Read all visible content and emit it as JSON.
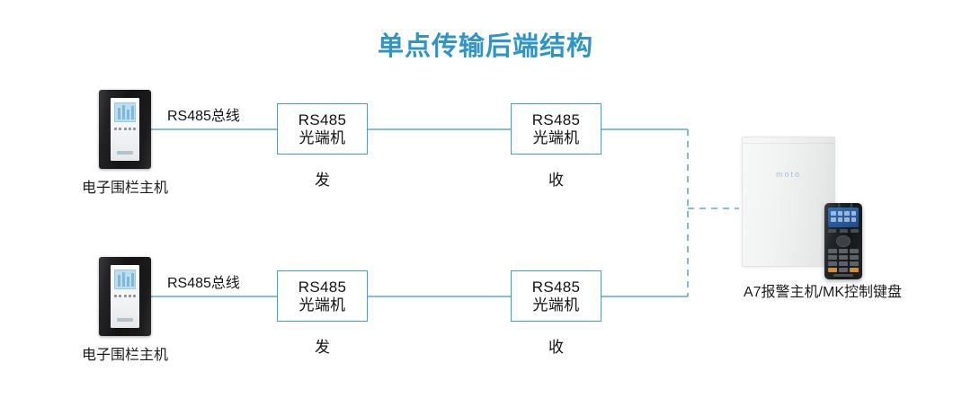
{
  "title": "单点传输后端结构",
  "theme": {
    "accent": "#2f95c9",
    "wire": "#5aa9d6",
    "box_border": "#3f9fd0",
    "text": "#1a1a1a",
    "background": "#ffffff"
  },
  "rows": [
    {
      "id": "top",
      "source": {
        "caption": "电子围栏主机",
        "icon": "fence-host-device-icon"
      },
      "bus_label": "RS485总线",
      "transmitter": {
        "line1": "RS485",
        "line2": "光端机",
        "sub": "发"
      },
      "receiver": {
        "line1": "RS485",
        "line2": "光端机",
        "sub": "收"
      }
    },
    {
      "id": "bottom",
      "source": {
        "caption": "电子围栏主机",
        "icon": "fence-host-device-icon"
      },
      "bus_label": "RS485总线",
      "transmitter": {
        "line1": "RS485",
        "line2": "光端机",
        "sub": "发"
      },
      "receiver": {
        "line1": "RS485",
        "line2": "光端机",
        "sub": "收"
      }
    }
  ],
  "endpoint": {
    "caption": "A7报警主机/MK控制键盘",
    "panel_logo": "moto",
    "panel_icon": "alarm-panel-icon",
    "keypad_icon": "control-keypad-icon"
  },
  "connections": {
    "solid_style": "solid",
    "dashed_style": "dashed"
  }
}
